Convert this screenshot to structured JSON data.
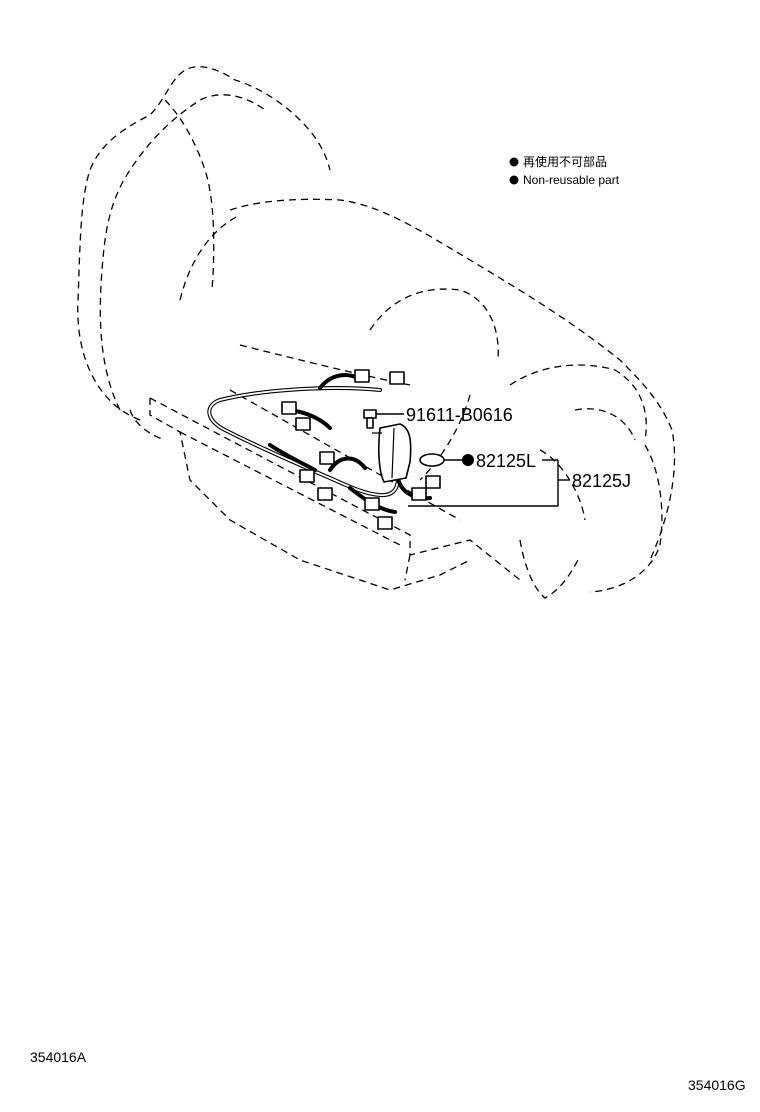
{
  "legend": {
    "line1": "再使用不可部品",
    "line2": "Non-reusable part"
  },
  "parts": {
    "bolt": "91611-B0616",
    "gasket": "82125L",
    "harness": "82125J"
  },
  "footer": {
    "left": "354016A",
    "right": "354016G"
  }
}
